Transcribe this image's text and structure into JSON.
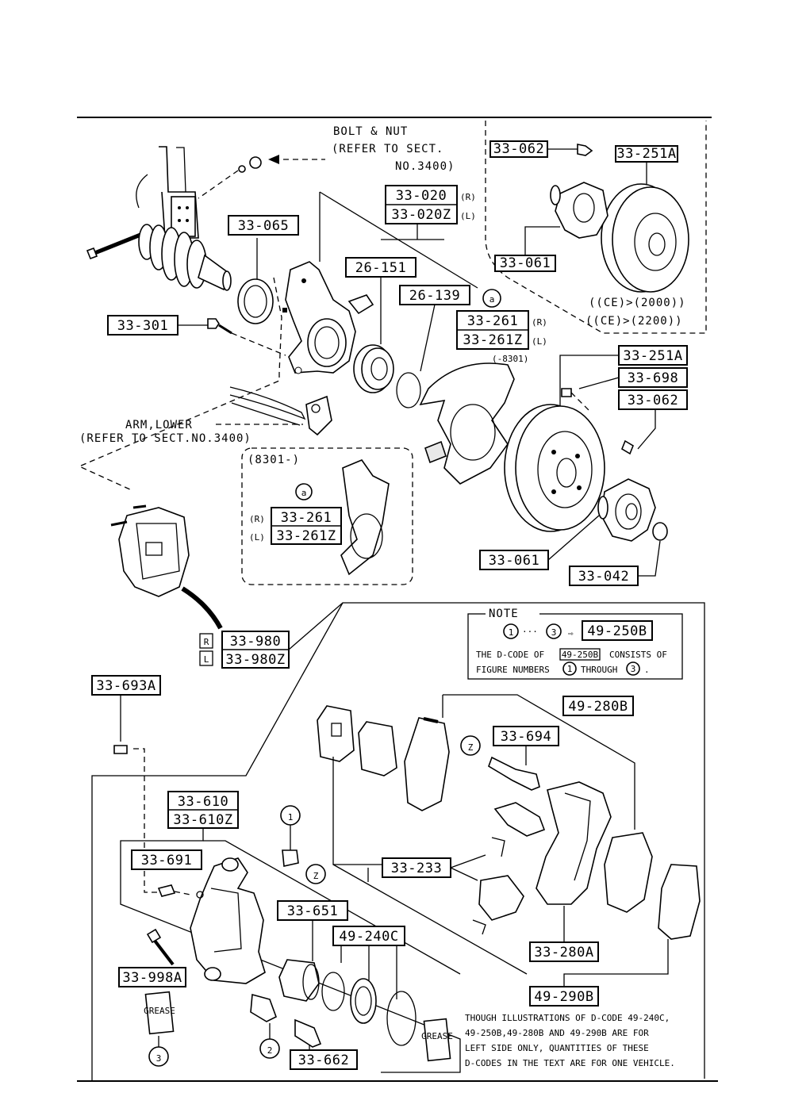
{
  "header": {
    "bolt_nut_line1": "BOLT & NUT",
    "bolt_nut_line2": "(REFER TO SECT.",
    "bolt_nut_line3": "NO.3400)",
    "arm_lower_line1": "ARM,LOWER",
    "arm_lower_line2": "(REFER TO SECT.NO.3400)"
  },
  "parts": {
    "p_33_020": "33-020",
    "p_33_020z": "33-020Z",
    "p_33_065": "33-065",
    "p_26_151": "26-151",
    "p_26_139": "26-139",
    "p_33_301": "33-301",
    "p_33_261": "33-261",
    "p_33_261z": "33-261Z",
    "p_33_251a": "33-251A",
    "p_33_698": "33-698",
    "p_33_062": "33-062",
    "p_33_061": "33-061",
    "p_33_042": "33-042",
    "p_33_980": "33-980",
    "p_33_980z": "33-980Z",
    "p_33_693a": "33-693A",
    "p_49_280b": "49-280B",
    "p_33_694": "33-694",
    "p_33_610": "33-610",
    "p_33_610z": "33-610Z",
    "p_33_691": "33-691",
    "p_33_233": "33-233",
    "p_33_651": "33-651",
    "p_49_240c": "49-240C",
    "p_33_998a": "33-998A",
    "p_33_662": "33-662",
    "p_33_280a": "33-280A",
    "p_49_290b": "49-290B",
    "p_49_250b": "49-250B",
    "p_33_06x_inset": "33-062",
    "p_33_251a_inset": "33-251A",
    "p_33_061_inset": "33-061"
  },
  "side": {
    "right": "(R)",
    "left": "(L)",
    "r_box": "R",
    "l_box": "L"
  },
  "callouts": {
    "a": "a",
    "z": "Z",
    "n1": "1",
    "n2": "2",
    "n3": "3"
  },
  "inset": {
    "ce_2000": "((CE)>(2000))",
    "ce_2200": "((CE)>(2200))",
    "shield_range": "(-8301)",
    "range_8301": "(8301-)"
  },
  "note": {
    "title": "NOTE",
    "dots": "···",
    "arrow": "⇨",
    "line1": "THE D-CODE OF",
    "code_small": "49-250B",
    "line1b": "CONSISTS OF",
    "line2": "FIGURE NUMBERS",
    "through": "THROUGH",
    "end": "."
  },
  "footnote": {
    "line1": "THOUGH ILLUSTRATIONS OF D-CODE 49-240C,",
    "line2": "49-250B,49-280B AND 49-290B ARE FOR",
    "line3": "LEFT SIDE ONLY, QUANTITIES OF THESE",
    "line4": "D-CODES IN THE TEXT ARE FOR ONE VEHICLE."
  },
  "grease_label": "GREASE"
}
